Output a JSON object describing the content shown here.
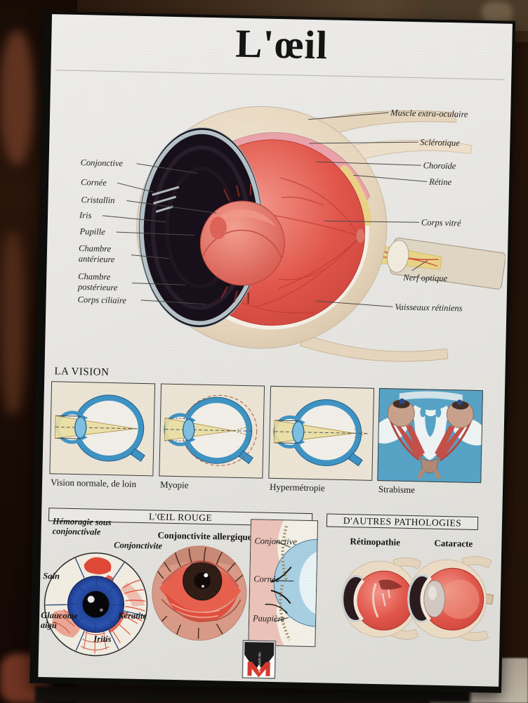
{
  "poster": {
    "title": "L'œil",
    "anatomy": {
      "left_labels": [
        "Conjonctive",
        "Cornée",
        "Cristallin",
        "Iris",
        "Pupille",
        "Chambre antérieure",
        "Chambre postérieure",
        "Corps ciliaire"
      ],
      "right_labels": [
        "Muscle extra-oculaire",
        "Sclérotique",
        "Choroïde",
        "Rétine",
        "Corps vitré",
        "Nerf optique",
        "Vaisseaux rétiniens"
      ]
    },
    "vision": {
      "header": "LA VISION",
      "captions": [
        "Vision normale, de loin",
        "Myopie",
        "Hypermétropie",
        "Strabisme"
      ]
    },
    "red_eye": {
      "header": "L'ŒIL ROUGE",
      "wheel_labels": [
        "Hémoragie sous conjonctivale",
        "Conjonctivite",
        "Sain",
        "Glaucome aigü",
        "Kératite",
        "Iritis"
      ],
      "allergic_caption": "Conjonctivite allergique",
      "cross_labels": [
        "Conjonctive",
        "Cornée",
        "Paupière"
      ]
    },
    "pathologies": {
      "header": "D'AUTRES PATHOLOGIES",
      "items": [
        "Rétinopathie",
        "Cataracte"
      ]
    },
    "logo_text": "MENARINI"
  },
  "colors": {
    "paper": "#e8e7e3",
    "eye_interior_red": "#e0524a",
    "sclera_cream": "#e9d9c2",
    "choroid_pink": "#eba3ab",
    "retina_yellow": "#ead288",
    "diagram_blue": "#3f94c4",
    "strabisme_bg": "#57a3c6",
    "iris_blue": "#1d3f8e",
    "accent_red": "#d63a2e",
    "board_edge_black": "#0d0d0c",
    "background_wood_brown": "#2a170c"
  }
}
